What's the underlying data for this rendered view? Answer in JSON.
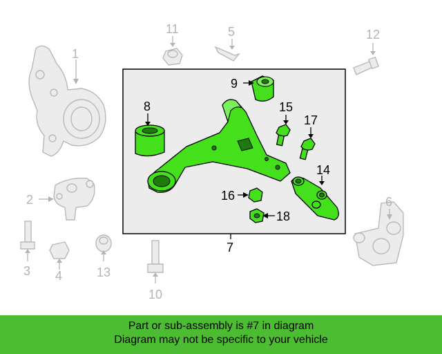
{
  "diagram": {
    "callouts": {
      "c1": "1",
      "c2": "2",
      "c3": "3",
      "c4": "4",
      "c5": "5",
      "c6": "6",
      "c7": "7",
      "c8": "8",
      "c9": "9",
      "c10": "10",
      "c11": "11",
      "c12": "12",
      "c13": "13",
      "c14": "14",
      "c15": "15",
      "c16": "16",
      "c17": "17",
      "c18": "18"
    },
    "highlighted_part": "7",
    "colors": {
      "highlight": "#44e01c",
      "banner": "#4cbc32",
      "ghost": "#b4b4b4"
    }
  },
  "banner": {
    "line1": "Part or sub-assembly is #7 in diagram",
    "line2": "Diagram may not be specific to your vehicle"
  }
}
